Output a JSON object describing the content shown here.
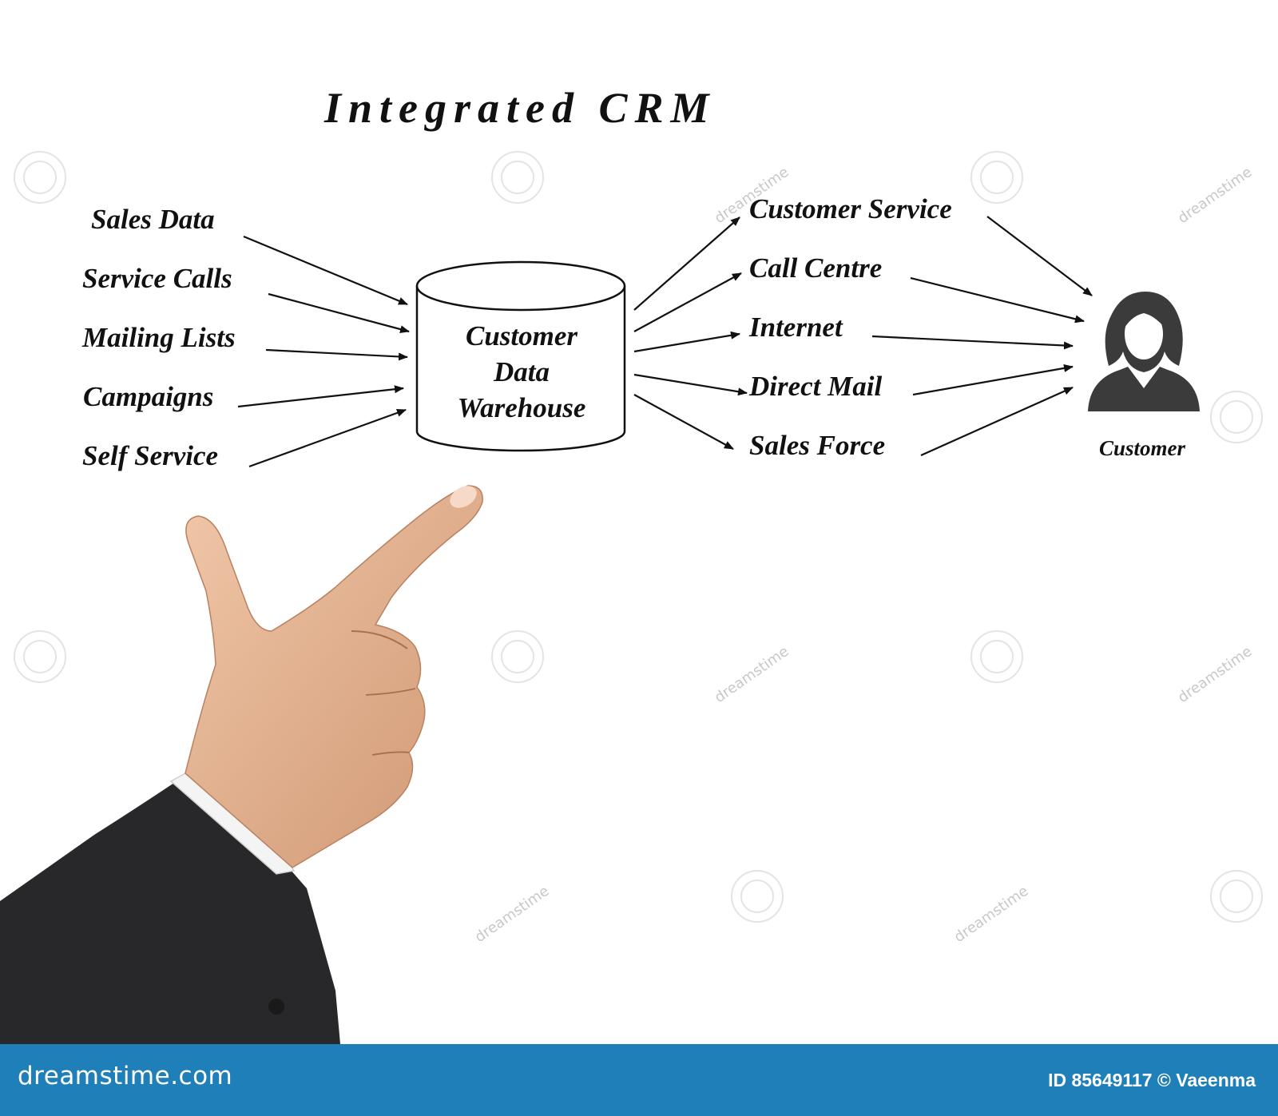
{
  "title": "Integrated CRM",
  "sources": [
    "Sales Data",
    "Service Calls",
    "Mailing Lists",
    "Campaigns",
    "Self Service"
  ],
  "warehouse": {
    "line1": "Customer",
    "line2": "Data",
    "line3": "Warehouse"
  },
  "channels": [
    "Customer Service",
    "Call Centre",
    "Internet",
    "Direct Mail",
    "Sales Force"
  ],
  "customer_label": "Customer",
  "footer": {
    "logo": "dreamstime.com",
    "id_text": "ID 85649117 © Vaeenma"
  },
  "watermark_text": "dreamstime",
  "colors": {
    "footer": "#1f7fb8",
    "ink": "#111111",
    "sleeve": "#2a2a2c",
    "skin": "#e2b18f"
  }
}
